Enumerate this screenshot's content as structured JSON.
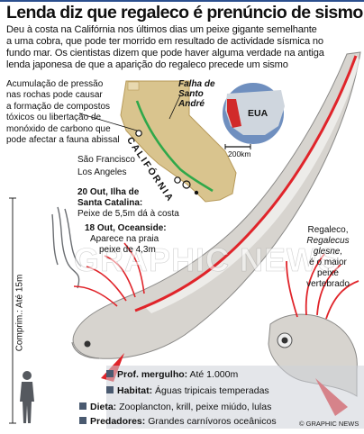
{
  "headline": "Lenda diz que regaleco é prenúncio de sismo",
  "intro_lines": [
    "Deu à costa na Califórnia nos últimos dias um peixe gigante semelhante",
    "a uma cobra, que pode ter morrido em resultado de actividade sísmica no",
    "fundo mar. Os cientistas dizem que pode haver alguma verdade na antiga",
    "lenda japonesa de que a aparição do regaleco precede um sismo"
  ],
  "side_note_lines": [
    "Acumulação de pressão",
    "nas rochas pode causar",
    "a formação de compostos",
    "tóxicos ou libertação de",
    "monóxido de carbono que",
    "pode afectar a fauna abissal"
  ],
  "map": {
    "state_label": "CALIFÓRNIA",
    "fault_label_1": "Falha de",
    "fault_label_2": "Santo",
    "fault_label_3": "André",
    "city_sf": "São Francisco",
    "city_la": "Los Angeles",
    "inset_label": "EUA",
    "scale_label": "200km",
    "colors": {
      "land": "#d9c48e",
      "fault": "#2fa84a",
      "sea": "#ffffff",
      "inset_water": "#6f8fbf",
      "inset_land": "#cfd6de",
      "inset_highlight": "#d12a2a"
    }
  },
  "events": [
    {
      "date": "20 Out, Ilha de",
      "date2": "Santa Catalina:",
      "desc": "Peixe de 5,5m dá à costa"
    },
    {
      "date": "18 Out, Oceanside:",
      "desc": "Aparece na praia",
      "desc2": "peixe de 4,3m"
    }
  ],
  "species_lines": [
    "Regaleco,",
    "Regalecus",
    "glesne,",
    "é o maior",
    "peixe",
    "vertebrado"
  ],
  "length_label": "Comprim.: Até 15m",
  "watermark": "GRAPHIC NEWS",
  "facts": [
    {
      "key": "Prof. mergulho:",
      "value": " Até 1.000m"
    },
    {
      "key": "Habitat:",
      "value": " Águas tripicais temperadas"
    },
    {
      "key": "Dieta:",
      "value": " Zooplancton, krill, peixe miúdo, lulas"
    },
    {
      "key": "Predadores:",
      "value": " Grandes carnívoros oceânicos"
    }
  ],
  "credit": "© GRAPHIC NEWS",
  "colors": {
    "fish_body": "#d7d4cf",
    "fish_shadow": "#8b8a88",
    "fin": "#e0242a",
    "accent_blue": "#2b4f8e"
  }
}
